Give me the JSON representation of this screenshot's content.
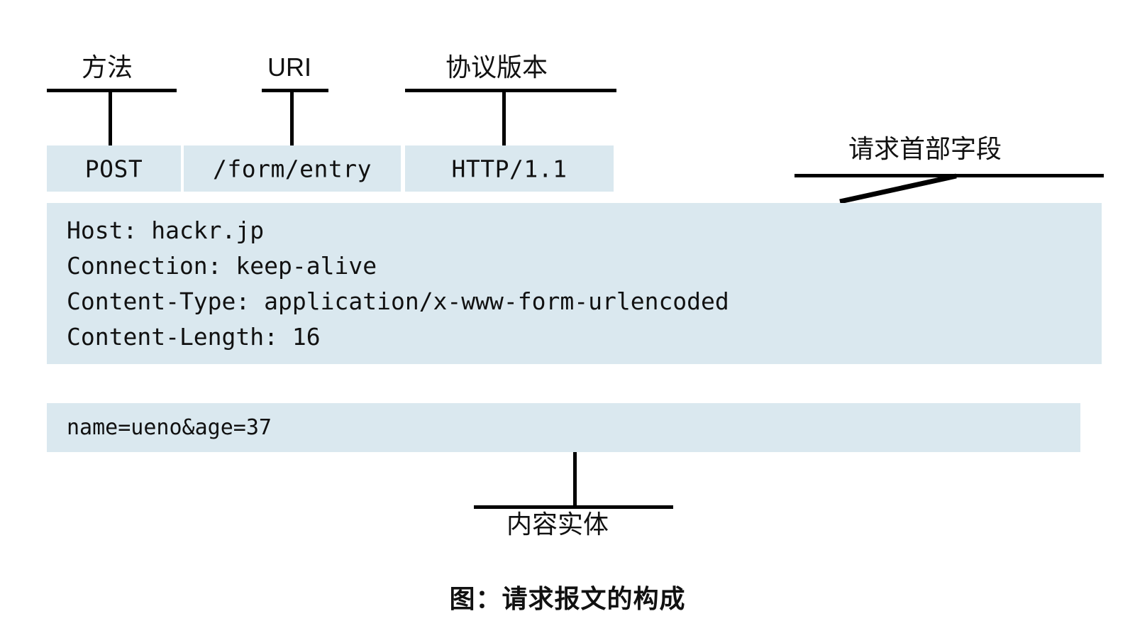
{
  "figure": {
    "caption": "图：请求报文的构成",
    "accent_fill": "#dae8ef",
    "line_color": "#000000"
  },
  "request_line": {
    "cells": [
      {
        "label": "方法",
        "value": "POST"
      },
      {
        "label": "URI",
        "value": "/form/entry"
      },
      {
        "label": "协议版本",
        "value": "HTTP/1.1"
      }
    ]
  },
  "header_block": {
    "annotation": "请求首部字段",
    "lines": [
      "Host: hackr.jp",
      "Connection: keep-alive",
      "Content-Type: application/x-www-form-urlencoded",
      "Content-Length: 16"
    ],
    "text": "Host: hackr.jp\nConnection: keep-alive\nContent-Type: application/x-www-form-urlencoded\nContent-Length: 16"
  },
  "body_block": {
    "annotation": "内容实体",
    "text": "name=ueno&age=37"
  }
}
